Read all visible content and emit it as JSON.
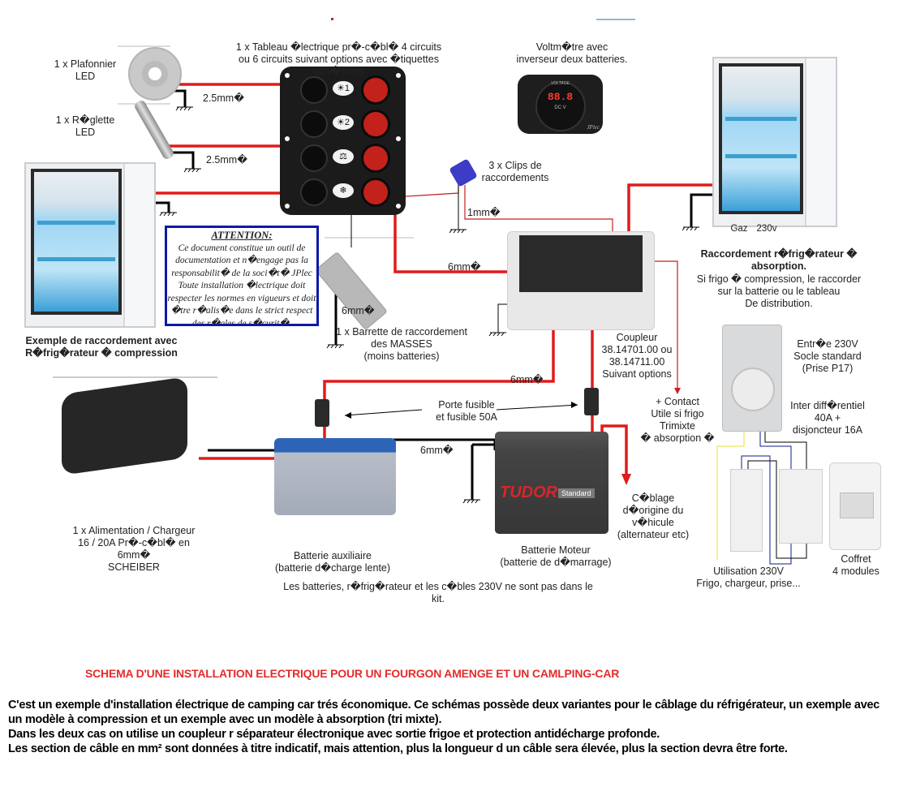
{
  "diagram": {
    "labels": {
      "plafonnier": "1 x Plafonnier\nLED",
      "reglette": "1 x R�glette\nLED",
      "wire_25_a": "2.5mm�",
      "wire_25_b": "2.5mm�",
      "tableau": "1 x Tableau �lectrique pr�-c�bl� 4 circuits\nou 6 circuits suivant options avec �tiquettes\nadh�sives",
      "voltmetre": "Voltm�tre avec\ninverseur deux batteries.",
      "clips": "3 x Clips de\nraccordements",
      "wire_1mm": "1mm�",
      "wire_6mm_coupler": "6mm�",
      "wire_6mm_barrette": "6mm�",
      "wire_6mm_fuse": "6mm�",
      "wire_6mm_batteries": "6mm�",
      "barrette": "1 x Barrette de raccordement\ndes MASSES\n(moins batteries)",
      "compression_example": "Exemple de raccordement avec\nR�frig�rateur � compression",
      "absorption_title": "Raccordement r�frig�rateur �\nabsorption.",
      "absorption_note": "Si frigo � compression, le raccorder\nsur la batterie ou le tableau\nDe distribution.",
      "gaz": "Gaz",
      "v230": "230v",
      "coupleur": "Coupleur\n38.14701.00 ou\n38.14711.00\nSuivant options",
      "porte_fusible": "Porte fusible\net fusible 50A",
      "contact": "+ Contact\nUtile si frigo\nTrimixte\n� absorption �",
      "entree": "Entr�e 230V\nSocle standard\n(Prise P17)",
      "inter_diff": "Inter diff�rentiel\n40A +\ndisjoncteur 16A",
      "chargeur": "1 x Alimentation / Chargeur\n16 / 20A Pr�-c�bl� en\n6mm�\nSCHEIBER",
      "batterie_aux": "Batterie auxiliaire\n(batterie d�charge lente)",
      "batterie_moteur": "Batterie Moteur\n(batterie de d�marrage)",
      "cablage": "C�blage\nd�origine du\nv�hicule\n(alternateur etc)",
      "not_in_kit": "Les batteries, r�frig�rateur et les c�bles 230V ne sont pas dans le\nkit.",
      "utilisation": "Utilisation 230V\nFrigo, chargeur, prise...",
      "coffret": "Coffret\n4 modules"
    },
    "attention": {
      "title": "ATTENTION:",
      "body": "Ce document constitue un outil de documentation et n�engage pas la responsabilit� de la soci�t� JPlec Toute installation �lectrique doit respecter les normes en vigueurs et doit �tre r�alis�e dans le strict respect des r�gles de s�curit�."
    },
    "panel_badges": [
      "☀︎1",
      "☀︎2",
      "⚖",
      "❄"
    ],
    "voltmeter": {
      "caption": "VOLTAGE",
      "reading": "88.8",
      "unit": "DC    V",
      "brand": "JPlec"
    },
    "battery_brand": {
      "name": "TUDOR",
      "line": "Standard"
    },
    "colors": {
      "positive_wire": "#e01b1b",
      "ground_wire": "#000000",
      "attention_border": "#0d18a8",
      "title_red": "#e32c2c"
    }
  },
  "footer": {
    "title": "SCHEMA D'UNE INSTALLATION ELECTRIQUE POUR UN FOURGON AMENGE ET UN CAMLPING-CAR",
    "paragraphs": [
      "C'est un exemple d'installation  électrique de camping car trés économique.   Ce schémas possède deux variantes pour le câblage du réfrigérateur, un exemple avec un modèle à compression et un exemple avec un modèle à absorption (tri mixte).",
      "Dans les deux cas on utilise un coupleur r séparateur électronique avec sortie frigoe et protection antidécharge profonde.",
      "Les section de câble en mm²  sont données à titre indicatif, mais attention, plus la longueur d un câble sera  élevée, plus la section devra être forte."
    ]
  }
}
